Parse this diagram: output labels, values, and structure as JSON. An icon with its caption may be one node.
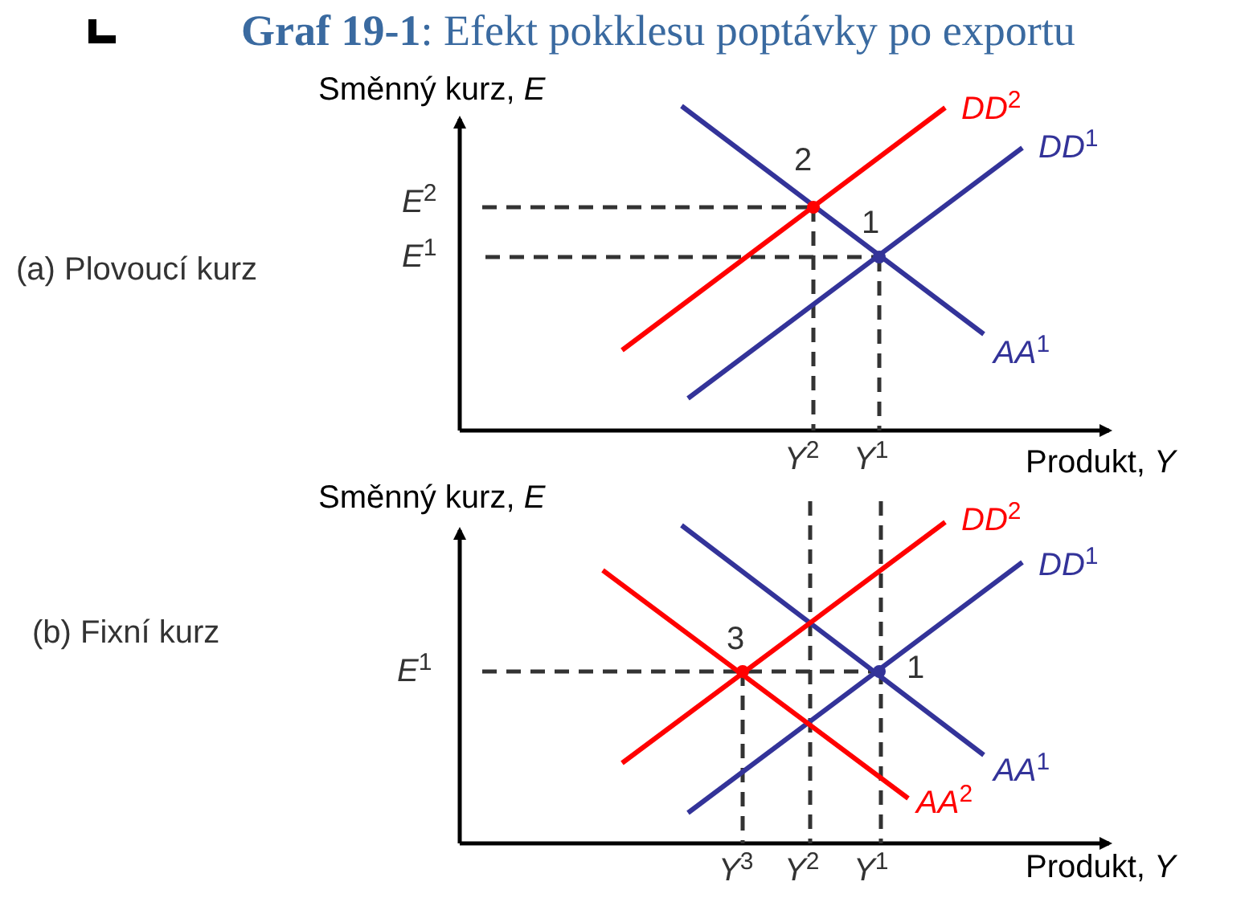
{
  "diagram": {
    "title": "**Graf 19-1**: Efekt pokklesu poptávky po exportu",
    "labels": [
      "Směnný kurz, *E*",
      "*DD*$^{2}$",
      "*DD*$^{1}$",
      "2",
      "*E*$^{2}$",
      "1",
      "(a) Plovoucí kurz",
      "*E*$^{1}$",
      "*AA*$^{1}$",
      "*Y*$^{2}$",
      "*Y*$^{1}$",
      "Produkt, *Y*",
      "Směnný kurz, *E*",
      "*DD*$^{2}$",
      "*DD*$^{1}$",
      "(b) Fixní kurz",
      "3",
      "*E*$^{1}$",
      "1",
      "*AA*$^{1}$",
      "*AA*$^{2}$",
      "*Y*$^{3}$",
      "*Y*$^{2}$",
      "*Y*$^{1}$",
      "Produkt, *Y*"
    ]
  }
}
